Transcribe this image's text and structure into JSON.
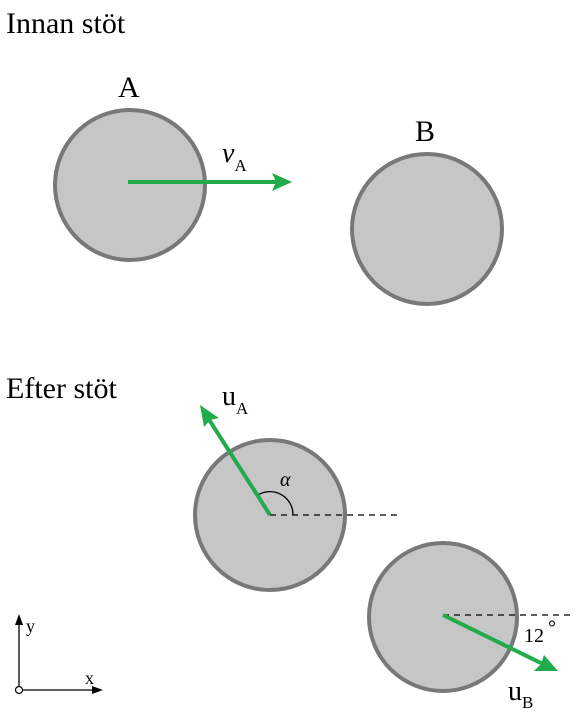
{
  "before": {
    "title": "Innan stöt",
    "ball_a_label": "A",
    "ball_b_label": "B",
    "velocity_symbol": "v",
    "velocity_subscript": "A"
  },
  "after": {
    "title": "Efter stöt",
    "velocity_a_symbol": "u",
    "velocity_a_subscript": "A",
    "velocity_b_symbol": "u",
    "velocity_b_subscript": "B",
    "angle_a_label": "α",
    "angle_b_label": "12",
    "angle_b_unit": "°"
  },
  "axes": {
    "x_label": "x",
    "y_label": "y"
  },
  "colors": {
    "ball_fill": "#c6c6c6",
    "ball_stroke": "#787878",
    "vector": "#22ab4a"
  }
}
